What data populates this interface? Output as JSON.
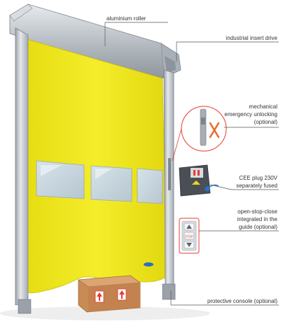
{
  "labels": {
    "roller": "aluminium roller",
    "drive": "industrial insert drive",
    "unlock": [
      "mechanical",
      "emergency unlocking",
      "(optional)"
    ],
    "cee": [
      "CEE plug 230V",
      "separately fused"
    ],
    "console_buttons": [
      "open-stop-close",
      "integrated in the",
      "guide (optional)"
    ],
    "protective": "protective console (optional)"
  },
  "console": {
    "stop_label": "STOP"
  },
  "colors": {
    "curtain": "#f2ea1e",
    "frame": "#c8cdd2",
    "box": "#c98b55",
    "accent_red": "#e33b2f",
    "plug_blue": "#2a6fc8",
    "callout_line": "#555555"
  }
}
